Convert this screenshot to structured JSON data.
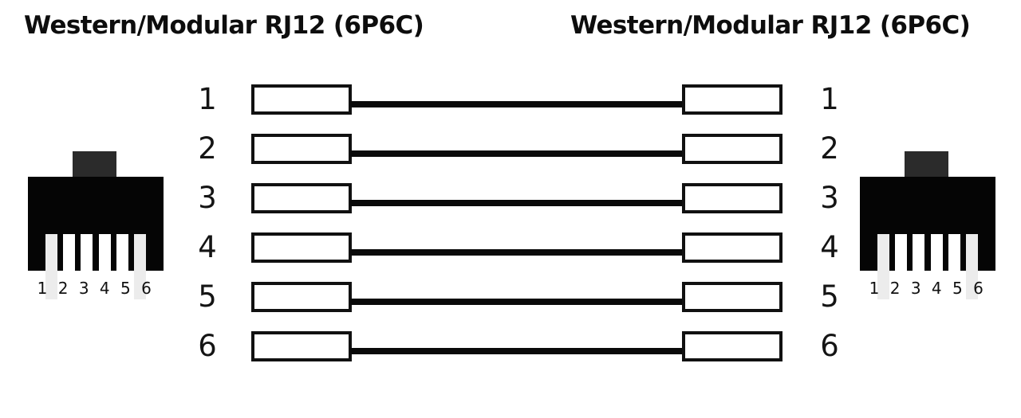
{
  "diagram": {
    "kind": "cable-pinout-straight-through",
    "titles": {
      "left": "Western/Modular RJ12 (6P6C)",
      "right": "Western/Modular RJ12 (6P6C)"
    },
    "connectors": {
      "left": {
        "pin_numbers": "1 2 3 4 5 6",
        "pin_count": 6,
        "body_color": "#050505",
        "tab_color": "#2b2b2b",
        "pin_color": "#ffffff",
        "edge_pin_color": "#ececec"
      },
      "right": {
        "pin_numbers": "1 2 3 4 5 6",
        "pin_count": 6,
        "body_color": "#050505",
        "tab_color": "#2b2b2b",
        "pin_color": "#ffffff",
        "edge_pin_color": "#ececec"
      }
    },
    "wire_color": "#0a0a0a",
    "box_border_color": "#111111",
    "background": "#ffffff",
    "rows": [
      {
        "left_pin": "1",
        "right_pin": "1"
      },
      {
        "left_pin": "2",
        "right_pin": "2"
      },
      {
        "left_pin": "3",
        "right_pin": "3"
      },
      {
        "left_pin": "4",
        "right_pin": "4"
      },
      {
        "left_pin": "5",
        "right_pin": "5"
      },
      {
        "left_pin": "6",
        "right_pin": "6"
      }
    ]
  }
}
